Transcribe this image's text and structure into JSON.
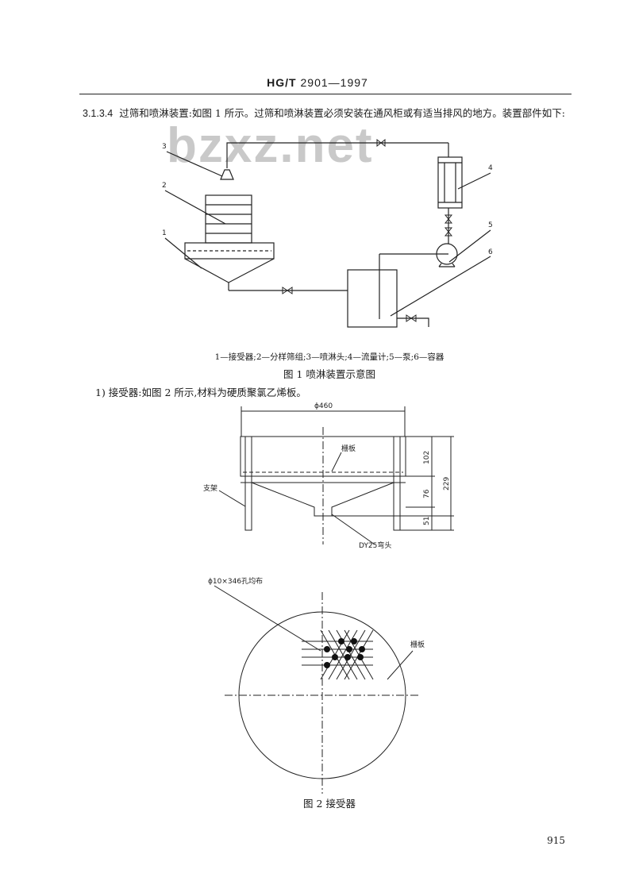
{
  "header": {
    "code_bold": "HG/T",
    "code_rest": " 2901—1997"
  },
  "section": {
    "number": "3.1.3.4",
    "text": "过筛和喷淋装置:如图 1 所示。过筛和喷淋装置必须安装在通风柜或有适当排风的地方。装置部件如下:"
  },
  "watermark": "bzxz.net",
  "figure1": {
    "labels": [
      "1",
      "2",
      "3",
      "4",
      "5",
      "6"
    ],
    "legend": "1—接受器;2—分样筛组;3—喷淋头;4—流量计;5—泵;6—容器",
    "caption": "图 1   喷淋装置示意图"
  },
  "item1": "1) 接受器:如图 2 所示,材料为硬质聚氯乙烯板。",
  "figure2": {
    "dim_diameter": "ϕ460",
    "dim_102": "102",
    "dim_229": "229",
    "dim_76": "76",
    "dim_51": "51",
    "label_grid": "栅板",
    "label_support": "支架",
    "label_elbow": "DY25弯头",
    "label_holes": "ϕ10×346孔均布",
    "label_grid_plan": "栅板",
    "caption": "图 2   接受器"
  },
  "page_number": "915"
}
